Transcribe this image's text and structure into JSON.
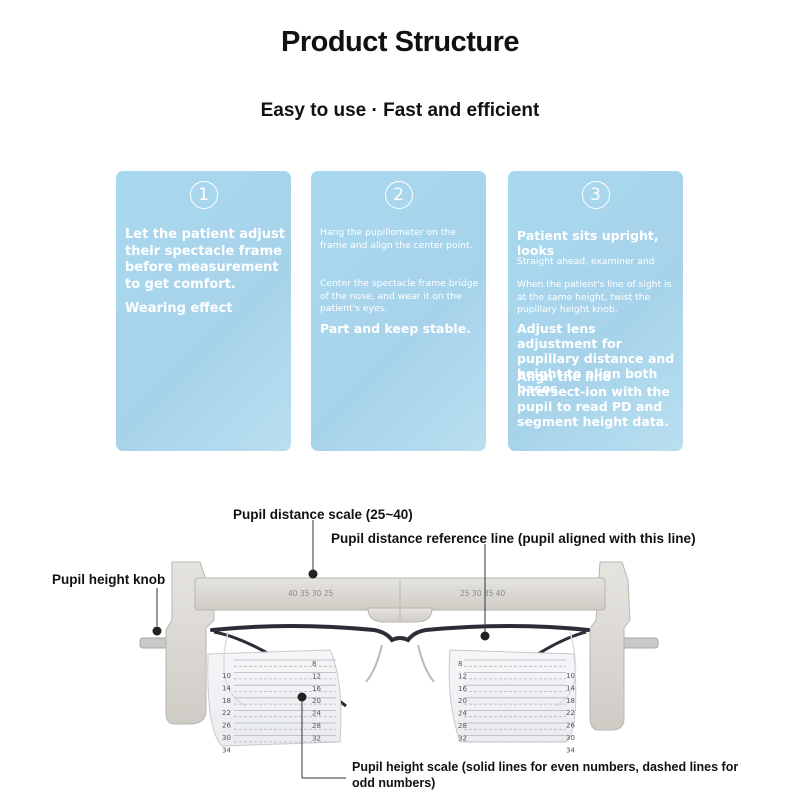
{
  "header": {
    "title": "Product Structure",
    "subtitle": "Easy to use · Fast and efficient"
  },
  "cards": [
    {
      "number": "1",
      "lines": [
        "Let the patient adjust their spectacle frame before measurement to get comfort.",
        "Wearing effect"
      ]
    },
    {
      "number": "2",
      "lines": [
        "Hang the pupillometer on the frame and align the center point.",
        "Center the spectacle frame bridge of the nose, and wear it on the patient's eyes.",
        "Part and keep stable."
      ]
    },
    {
      "number": "3",
      "lines": [
        "Patient sits upright, looks",
        "Straight ahead, examiner and",
        "When the patient's line of sight is at the same height, twist the pupillary height knob.",
        "Adjust lens adjustment for pupillary distance and height to align both bases.",
        "Align the line intersect-ion with the pupil to read PD and segment height data."
      ]
    }
  ],
  "diagram": {
    "labels": {
      "pd_scale": "Pupil distance scale (25~40)",
      "pd_reference": "Pupil distance reference line (pupil aligned with this line)",
      "height_knob": "Pupil height knob",
      "height_scale": "Pupil height scale (solid lines for even numbers, dashed lines for odd numbers)"
    },
    "scale_left": "40 35 30 25",
    "scale_right": "25 30 35 40",
    "height_ticks": [
      "10",
      "14",
      "18",
      "22",
      "26",
      "30",
      "34"
    ],
    "height_ticks_inner": [
      "8",
      "12",
      "16",
      "20",
      "24",
      "28",
      "32"
    ],
    "colors": {
      "card": "#a8d8ef",
      "device": "#dcdad5",
      "frame": "#2b2e36"
    }
  }
}
